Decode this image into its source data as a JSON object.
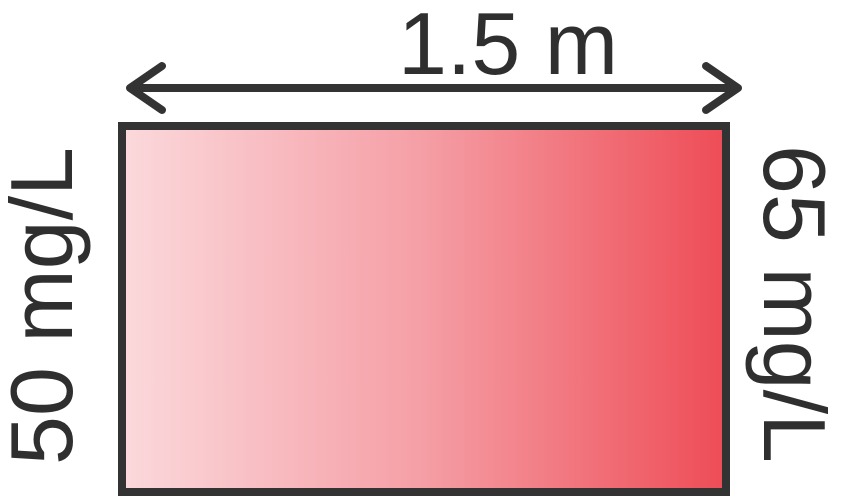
{
  "diagram": {
    "length_label": "1.5 m",
    "left_concentration_label": "50 mg/L",
    "right_concentration_label": "65 mg/L"
  },
  "colors": {
    "gradient_start": "#fbd9dc",
    "gradient_end": "#ee4c56",
    "outline": "#333333",
    "text": "#2f2f2f"
  },
  "icons": {
    "dimension_arrow": "double-headed-arrow-icon"
  }
}
